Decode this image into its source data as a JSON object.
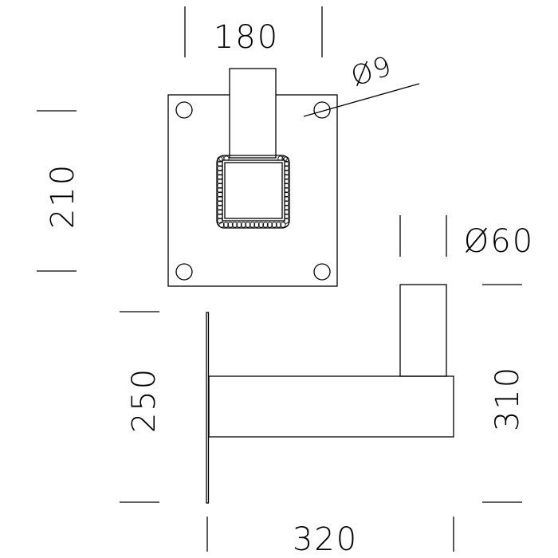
{
  "dimensions": {
    "plate_width": "180",
    "plate_height": "210",
    "hole_diameter": "Ø9",
    "tube_diameter": "Ø60",
    "arm_height": "310",
    "plate_side_height": "250",
    "arm_length": "320"
  },
  "colors": {
    "line": "#000000",
    "background": "#ffffff"
  }
}
